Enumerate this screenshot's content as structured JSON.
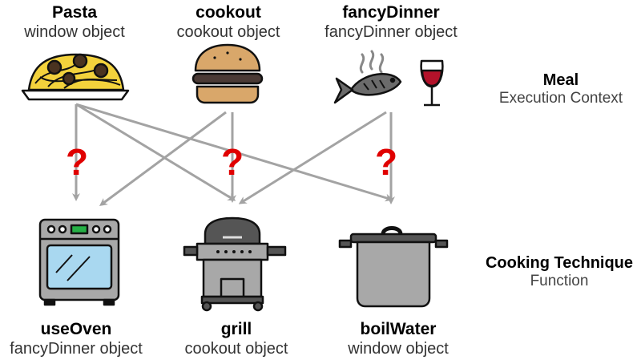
{
  "meals": [
    {
      "title": "Pasta",
      "subtitle": "window object",
      "icon": "pasta-plate-icon"
    },
    {
      "title": "cookout",
      "subtitle": "cookout object",
      "icon": "burger-icon"
    },
    {
      "title": "fancyDinner",
      "subtitle": "fancyDinner object",
      "icon": "fish-and-wine-icon"
    }
  ],
  "techniques": [
    {
      "title": "useOven",
      "subtitle": "fancyDinner object",
      "icon": "oven-icon"
    },
    {
      "title": "grill",
      "subtitle": "cookout object",
      "icon": "grill-icon"
    },
    {
      "title": "boilWater",
      "subtitle": "window object",
      "icon": "stock-pot-icon"
    }
  ],
  "row_labels": {
    "meal_title": "Meal",
    "meal_subtitle": "Execution Context",
    "technique_title": "Cooking Technique",
    "technique_subtitle": "Function"
  },
  "question_mark": "?",
  "colors": {
    "arrow": "#a3a3a3",
    "question": "#e00000",
    "outline": "#111111",
    "oven_glass": "#a9d8f0",
    "metal": "#a8a8a8",
    "pasta": "#f3d23c",
    "meatball": "#4a3320",
    "bun": "#d9a76a",
    "patty": "#4a3a35",
    "fish": "#6b6b6b",
    "wine": "#b3122a",
    "oven_display": "#26b046"
  }
}
